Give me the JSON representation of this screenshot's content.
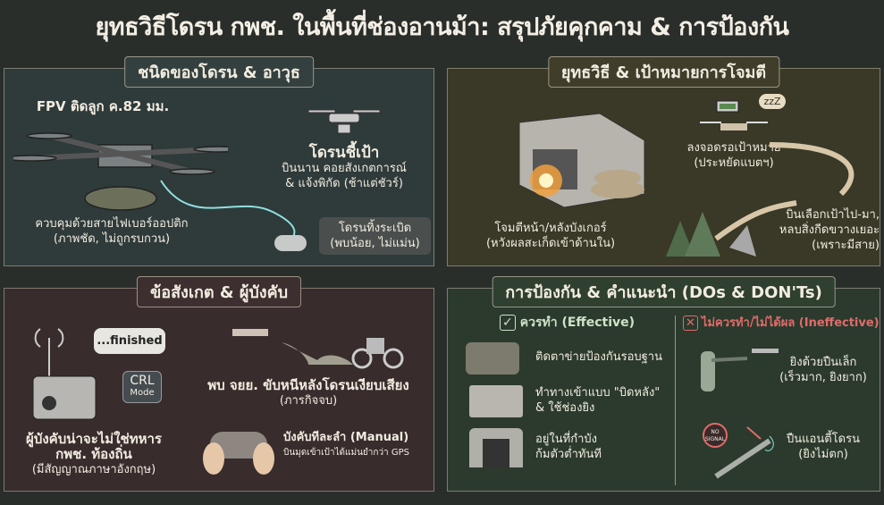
{
  "title": "ยุทธวิธีโดรน กพช. ในพื้นที่ช่องอานม้า: สรุปภัยคุกคาม & การป้องกัน",
  "drone_types": {
    "heading": "ชนิดของโดรน & อาวุธ",
    "fpv_title": "FPV ติดลูก ค.82 มม.",
    "fpv_desc1": "ควบคุมด้วยสายไฟเบอร์ออปติก",
    "fpv_desc2": "(ภาพชัด, ไม่ถูกรบกวน)",
    "spotter_title": "โดรนชี้เป้า",
    "spotter_desc1": "บินนาน คอยสังเกตการณ์",
    "spotter_desc2": "& แจ้งพิกัด (ช้าแต่ชัวร์)",
    "bomber_title": "โดรนทิ้งระเบิด",
    "bomber_desc": "(พบน้อย, ไม่แม่น)"
  },
  "tactics": {
    "heading": "ยุทธวิธี & เป้าหมายการโจมตี",
    "bunker1": "โจมตีหน้า/หลังบังเกอร์",
    "bunker2": "(หวังผลสะเก็ดเข้าด้านใน)",
    "perch1": "ลงจอดรอเป้าหมาย",
    "perch2": "(ประหยัดแบตฯ)",
    "zzz": "zzZ",
    "fly1": "บินเลือกเป้าไป-มา,",
    "fly2": "หลบสิ่งกีดขวางเยอะ",
    "fly3": "(เพราะมีสาย)"
  },
  "observations": {
    "heading": "ข้อสังเกต & ผู้บังคับ",
    "bubble": "...finished",
    "crl1": "CRL",
    "crl2": "Mode",
    "op1": "ผู้บังคับน่าจะไม่ใช่ทหาร",
    "op2": "กพช. ท้องถิ่น",
    "op3": "(มีสัญญาณภาษาอังกฤษ)",
    "moto1": "พบ จยย. ขับหนีหลังโดรนเงียบเสียง",
    "moto2": "(ภารกิจจบ)",
    "manual1": "บังคับทีละลำ (Manual)",
    "manual2": "บินมุดเข้าเป้าได้แม่นยำกว่า GPS"
  },
  "defense": {
    "heading": "การป้องกัน & คำแนะนำ (DOs & DON'Ts)",
    "do_header": "ควรทำ (Effective)",
    "do_items": [
      "ติดตาข่ายป้องกันรอบฐาน",
      "ทำทางเข้าแบบ \"บิดหลัง\"",
      "& ใช้ช่องยิง",
      "อยู่ในที่กำบัง",
      "ก้มตัวต่ำทันที"
    ],
    "dont_header": "ไม่ควรทำ/ไม่ได้ผล (Ineffective)",
    "dont1a": "ยิงด้วยปืนเล็ก",
    "dont1b": "(เร็วมาก, ยิงยาก)",
    "dont2a": "ปืนแอนตี้โดรน",
    "dont2b": "(ยิงไม่ตก)",
    "no_signal": "NO SIGNAL"
  },
  "colors": {
    "ok": "#cfe3c8",
    "bad": "#e06b6b"
  }
}
